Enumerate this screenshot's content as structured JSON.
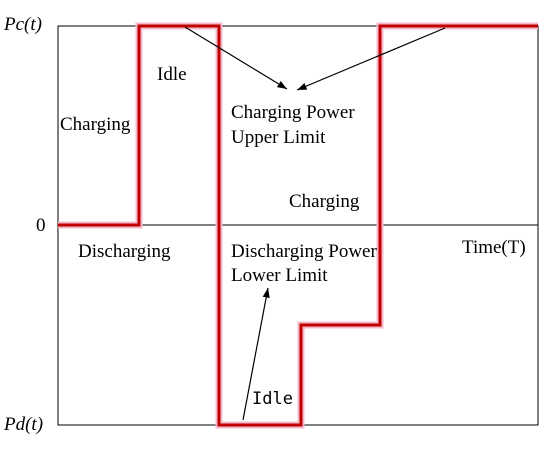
{
  "chart_data": {
    "type": "line",
    "title": "",
    "y_top_label": "Pc(t)",
    "y_zero_label": "0",
    "y_bottom_label": "Pd(t)",
    "x_label": "Time(T)",
    "ylim": [
      -1,
      1
    ],
    "series": [
      {
        "values_desc": "step power profile",
        "x": [
          0,
          2.0,
          2.0,
          4.0,
          4.0,
          6.0,
          6.0,
          8.0,
          8.0,
          12.0
        ],
        "y": [
          0,
          0,
          1,
          1,
          -1,
          -1,
          -0.5,
          -0.5,
          1,
          1
        ]
      }
    ],
    "xlim": [
      0,
      12
    ],
    "annotations": [
      {
        "text": "Idle"
      },
      {
        "text": "Charging"
      },
      {
        "text": "Charging Power"
      },
      {
        "text": "Upper Limit"
      },
      {
        "text": "Charging"
      },
      {
        "text": "Discharging"
      },
      {
        "text": "Discharging Power"
      },
      {
        "text": "Lower Limit"
      },
      {
        "text": "Idle"
      }
    ],
    "colors": {
      "series": "#c00000",
      "highlight": "#f4b8c8",
      "axis": "#000000"
    }
  }
}
